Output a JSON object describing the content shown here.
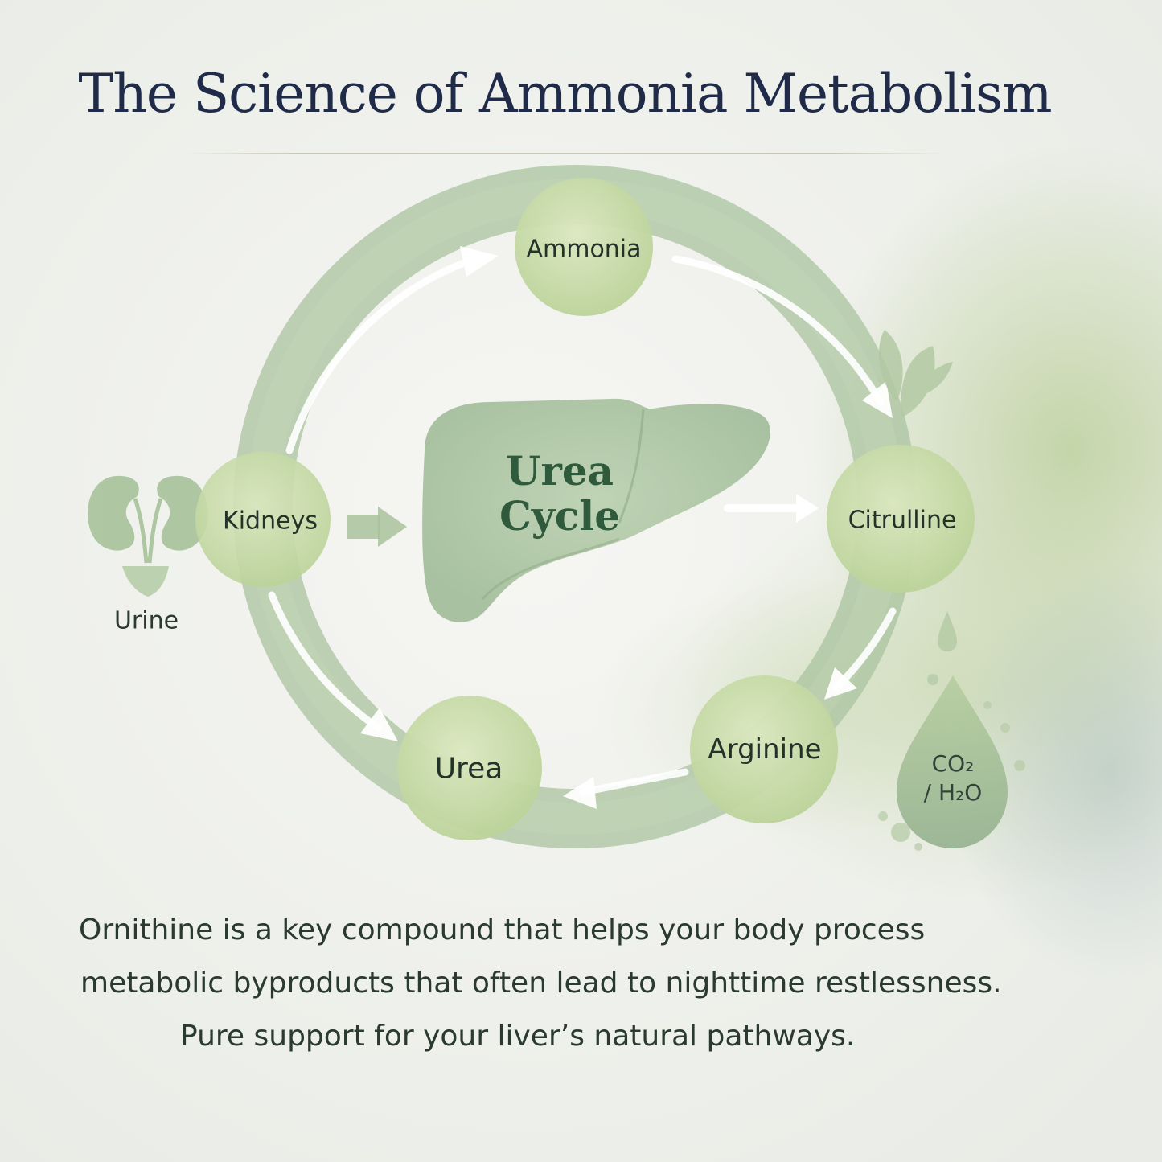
{
  "title": "The Science of Ammonia Metabolism",
  "diagram": {
    "center_title_line1": "Urea",
    "center_title_line2": "Cycle",
    "nodes": {
      "ammonia": "Ammonia",
      "citrulline": "Citrulline",
      "arginine": "Arginine",
      "urea": "Urea",
      "kidneys": "Kidneys"
    },
    "urine_label": "Urine",
    "byproduct_line1": "CO₂",
    "byproduct_line2": "/ H₂O",
    "icons": [
      "liver-icon",
      "kidneys-icon",
      "bladder-icon",
      "leaf-icon",
      "water-drop-icon"
    ]
  },
  "body": {
    "line1": "Ornithine is a key compound that helps your body process",
    "line2": "metabolic byproducts that often lead to nighttime restlessness.",
    "line3": "Pure support for your liver’s natural pathways."
  },
  "colors": {
    "title": "#1f2b48",
    "node_fill": "#c9dba8",
    "ring": "#a9c29a",
    "text": "#2a3a30"
  }
}
